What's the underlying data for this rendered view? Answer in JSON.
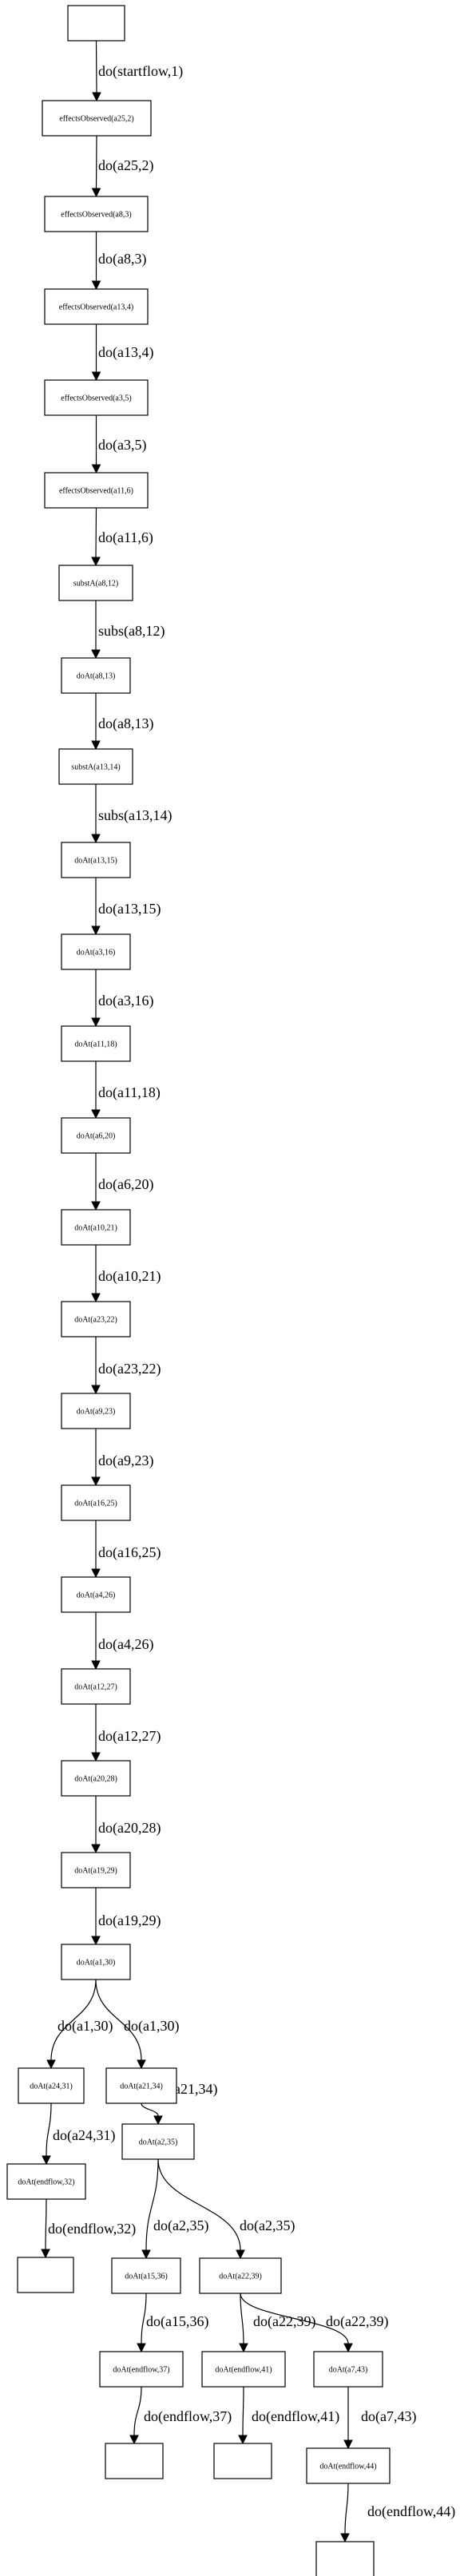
{
  "nodes": [
    {
      "id": "n0",
      "label": ""
    },
    {
      "id": "n1",
      "label": "effectsObserved(a25,2)"
    },
    {
      "id": "n2",
      "label": "effectsObserved(a8,3)"
    },
    {
      "id": "n3",
      "label": "effectsObserved(a13,4)"
    },
    {
      "id": "n4",
      "label": "effectsObserved(a3,5)"
    },
    {
      "id": "n5",
      "label": "effectsObserved(a11,6)"
    },
    {
      "id": "n6",
      "label": "substA(a8,12)"
    },
    {
      "id": "n7",
      "label": "doAt(a8,13)"
    },
    {
      "id": "n8",
      "label": "substA(a13,14)"
    },
    {
      "id": "n9",
      "label": "doAt(a13,15)"
    },
    {
      "id": "n10",
      "label": "doAt(a3,16)"
    },
    {
      "id": "n11",
      "label": "doAt(a11,18)"
    },
    {
      "id": "n12",
      "label": "doAt(a6,20)"
    },
    {
      "id": "n13",
      "label": "doAt(a10,21)"
    },
    {
      "id": "n14",
      "label": "doAt(a23,22)"
    },
    {
      "id": "n15",
      "label": "doAt(a9,23)"
    },
    {
      "id": "n16",
      "label": "doAt(a16,25)"
    },
    {
      "id": "n17",
      "label": "doAt(a4,26)"
    },
    {
      "id": "n18",
      "label": "doAt(a12,27)"
    },
    {
      "id": "n19",
      "label": "doAt(a20,28)"
    },
    {
      "id": "n20",
      "label": "doAt(a19,29)"
    },
    {
      "id": "n21",
      "label": "doAt(a1,30)"
    },
    {
      "id": "n22",
      "label": "doAt(a24,31)"
    },
    {
      "id": "n23",
      "label": "doAt(a21,34)"
    },
    {
      "id": "n24",
      "label": "doAt(endflow,32)"
    },
    {
      "id": "n25",
      "label": "doAt(a2,35)"
    },
    {
      "id": "n26",
      "label": ""
    },
    {
      "id": "n27",
      "label": "doAt(a15,36)"
    },
    {
      "id": "n28",
      "label": "doAt(a22,39)"
    },
    {
      "id": "n29",
      "label": "doAt(endflow,37)"
    },
    {
      "id": "n30",
      "label": "doAt(endflow,41)"
    },
    {
      "id": "n31",
      "label": "doAt(a7,43)"
    },
    {
      "id": "n32",
      "label": ""
    },
    {
      "id": "n33",
      "label": ""
    },
    {
      "id": "n34",
      "label": "doAt(endflow,44)"
    },
    {
      "id": "n35",
      "label": ""
    }
  ],
  "edges": [
    {
      "from": "n0",
      "to": "n1",
      "label": "do(startflow,1)"
    },
    {
      "from": "n1",
      "to": "n2",
      "label": "do(a25,2)"
    },
    {
      "from": "n2",
      "to": "n3",
      "label": "do(a8,3)"
    },
    {
      "from": "n3",
      "to": "n4",
      "label": "do(a13,4)"
    },
    {
      "from": "n4",
      "to": "n5",
      "label": "do(a3,5)"
    },
    {
      "from": "n5",
      "to": "n6",
      "label": "do(a11,6)"
    },
    {
      "from": "n6",
      "to": "n7",
      "label": "subs(a8,12)"
    },
    {
      "from": "n7",
      "to": "n8",
      "label": "do(a8,13)"
    },
    {
      "from": "n8",
      "to": "n9",
      "label": "subs(a13,14)"
    },
    {
      "from": "n9",
      "to": "n10",
      "label": "do(a13,15)"
    },
    {
      "from": "n10",
      "to": "n11",
      "label": "do(a3,16)"
    },
    {
      "from": "n11",
      "to": "n12",
      "label": "do(a11,18)"
    },
    {
      "from": "n12",
      "to": "n13",
      "label": "do(a6,20)"
    },
    {
      "from": "n13",
      "to": "n14",
      "label": "do(a10,21)"
    },
    {
      "from": "n14",
      "to": "n15",
      "label": "do(a23,22)"
    },
    {
      "from": "n15",
      "to": "n16",
      "label": "do(a9,23)"
    },
    {
      "from": "n16",
      "to": "n17",
      "label": "do(a16,25)"
    },
    {
      "from": "n17",
      "to": "n18",
      "label": "do(a4,26)"
    },
    {
      "from": "n18",
      "to": "n19",
      "label": "do(a12,27)"
    },
    {
      "from": "n19",
      "to": "n20",
      "label": "do(a20,28)"
    },
    {
      "from": "n20",
      "to": "n21",
      "label": "do(a19,29)"
    },
    {
      "from": "n21",
      "to": "n22",
      "label": "do(a1,30)"
    },
    {
      "from": "n21",
      "to": "n23",
      "label": "do(a1,30)"
    },
    {
      "from": "n22",
      "to": "n24",
      "label": "do(a24,31)"
    },
    {
      "from": "n23",
      "to": "n25",
      "label": "do(a21,34)"
    },
    {
      "from": "n24",
      "to": "n26",
      "label": "do(endflow,32)"
    },
    {
      "from": "n25",
      "to": "n27",
      "label": "do(a2,35)"
    },
    {
      "from": "n25",
      "to": "n28",
      "label": "do(a2,35)"
    },
    {
      "from": "n27",
      "to": "n29",
      "label": "do(a15,36)"
    },
    {
      "from": "n28",
      "to": "n30",
      "label": "do(a22,39)"
    },
    {
      "from": "n28",
      "to": "n31",
      "label": "do(a22,39)"
    },
    {
      "from": "n29",
      "to": "n32",
      "label": "do(endflow,37)"
    },
    {
      "from": "n30",
      "to": "n33",
      "label": "do(endflow,41)"
    },
    {
      "from": "n31",
      "to": "n34",
      "label": "do(a7,43)"
    },
    {
      "from": "n34",
      "to": "n35",
      "label": "do(endflow,44)"
    }
  ]
}
